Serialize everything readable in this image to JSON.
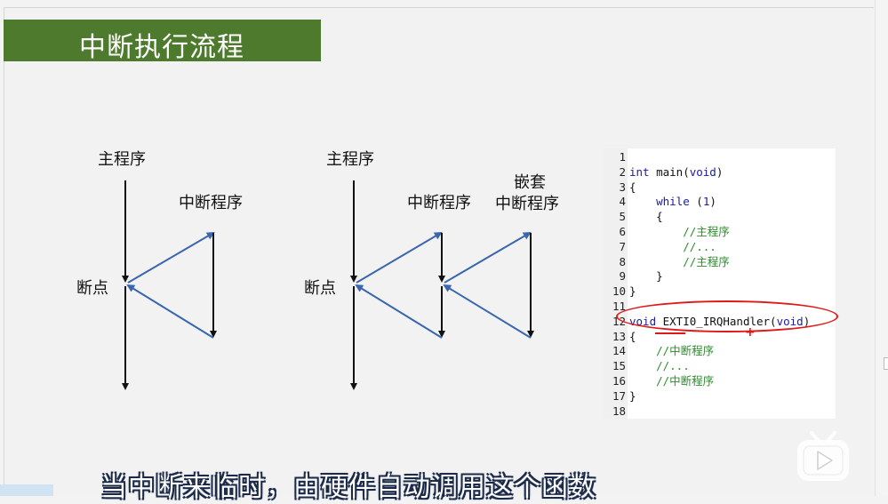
{
  "slide_title": "中断执行流程",
  "diagram1": {
    "main_label": "主程序",
    "isr_label": "中断程序",
    "breakpoint_label": "断点"
  },
  "diagram2": {
    "main_label": "主程序",
    "isr_label": "中断程序",
    "nested_label_line1": "嵌套",
    "nested_label_line2": "中断程序",
    "breakpoint_label": "断点"
  },
  "code": {
    "lines": [
      {
        "n": "1",
        "text": ""
      },
      {
        "n": "2",
        "text": "int main(void)"
      },
      {
        "n": "3",
        "text": "{"
      },
      {
        "n": "4",
        "text": "    while (1)"
      },
      {
        "n": "5",
        "text": "    {"
      },
      {
        "n": "6",
        "text": "        //主程序"
      },
      {
        "n": "7",
        "text": "        //..."
      },
      {
        "n": "8",
        "text": "        //主程序"
      },
      {
        "n": "9",
        "text": "    }"
      },
      {
        "n": "10",
        "text": "}"
      },
      {
        "n": "11",
        "text": ""
      },
      {
        "n": "12",
        "text": "void EXTI0_IRQHandler(void)"
      },
      {
        "n": "13",
        "text": "{"
      },
      {
        "n": "14",
        "text": "    //中断程序"
      },
      {
        "n": "15",
        "text": "    //..."
      },
      {
        "n": "16",
        "text": "    //中断程序"
      },
      {
        "n": "17",
        "text": "}"
      },
      {
        "n": "18",
        "text": ""
      }
    ]
  },
  "annotation_color": "#e01818",
  "arrow_color": "#3a66b0",
  "subtitle": "当中断来临时，由硬件自动调用这个函数",
  "logo_icon": "tv-play-icon"
}
